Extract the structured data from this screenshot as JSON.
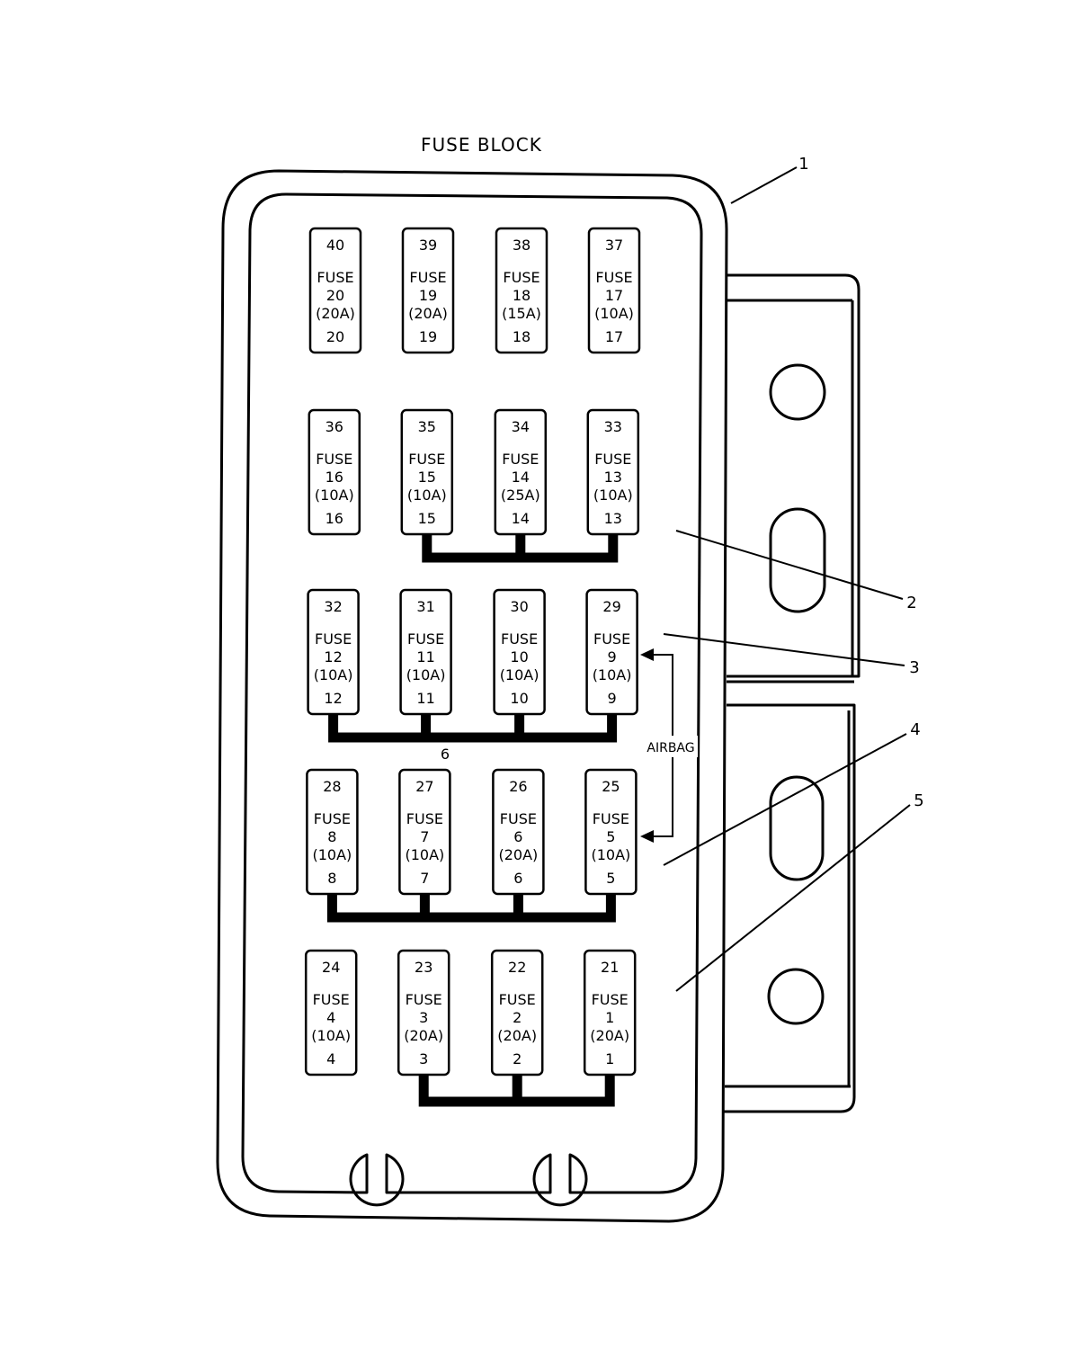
{
  "title": "FUSE BLOCK",
  "fuse_word": "FUSE",
  "airbag_label": "AIRBAG",
  "bus_label": "6",
  "callouts": [
    "1",
    "2",
    "3",
    "4",
    "5"
  ],
  "fuse_rows": [
    [
      {
        "cavity": "40",
        "fuse": "20",
        "amps": "(20A)",
        "terminal": "20"
      },
      {
        "cavity": "39",
        "fuse": "19",
        "amps": "(20A)",
        "terminal": "19"
      },
      {
        "cavity": "38",
        "fuse": "18",
        "amps": "(15A)",
        "terminal": "18"
      },
      {
        "cavity": "37",
        "fuse": "17",
        "amps": "(10A)",
        "terminal": "17"
      }
    ],
    [
      {
        "cavity": "36",
        "fuse": "16",
        "amps": "(10A)",
        "terminal": "16"
      },
      {
        "cavity": "35",
        "fuse": "15",
        "amps": "(10A)",
        "terminal": "15"
      },
      {
        "cavity": "34",
        "fuse": "14",
        "amps": "(25A)",
        "terminal": "14"
      },
      {
        "cavity": "33",
        "fuse": "13",
        "amps": "(10A)",
        "terminal": "13"
      }
    ],
    [
      {
        "cavity": "32",
        "fuse": "12",
        "amps": "(10A)",
        "terminal": "12"
      },
      {
        "cavity": "31",
        "fuse": "11",
        "amps": "(10A)",
        "terminal": "11"
      },
      {
        "cavity": "30",
        "fuse": "10",
        "amps": "(10A)",
        "terminal": "10"
      },
      {
        "cavity": "29",
        "fuse": "9",
        "amps": "(10A)",
        "terminal": "9"
      }
    ],
    [
      {
        "cavity": "28",
        "fuse": "8",
        "amps": "(10A)",
        "terminal": "8"
      },
      {
        "cavity": "27",
        "fuse": "7",
        "amps": "(10A)",
        "terminal": "7"
      },
      {
        "cavity": "26",
        "fuse": "6",
        "amps": "(20A)",
        "terminal": "6"
      },
      {
        "cavity": "25",
        "fuse": "5",
        "amps": "(10A)",
        "terminal": "5"
      }
    ],
    [
      {
        "cavity": "24",
        "fuse": "4",
        "amps": "(10A)",
        "terminal": "4"
      },
      {
        "cavity": "23",
        "fuse": "3",
        "amps": "(20A)",
        "terminal": "3"
      },
      {
        "cavity": "22",
        "fuse": "2",
        "amps": "(20A)",
        "terminal": "2"
      },
      {
        "cavity": "21",
        "fuse": "1",
        "amps": "(20A)",
        "terminal": "1"
      }
    ]
  ]
}
